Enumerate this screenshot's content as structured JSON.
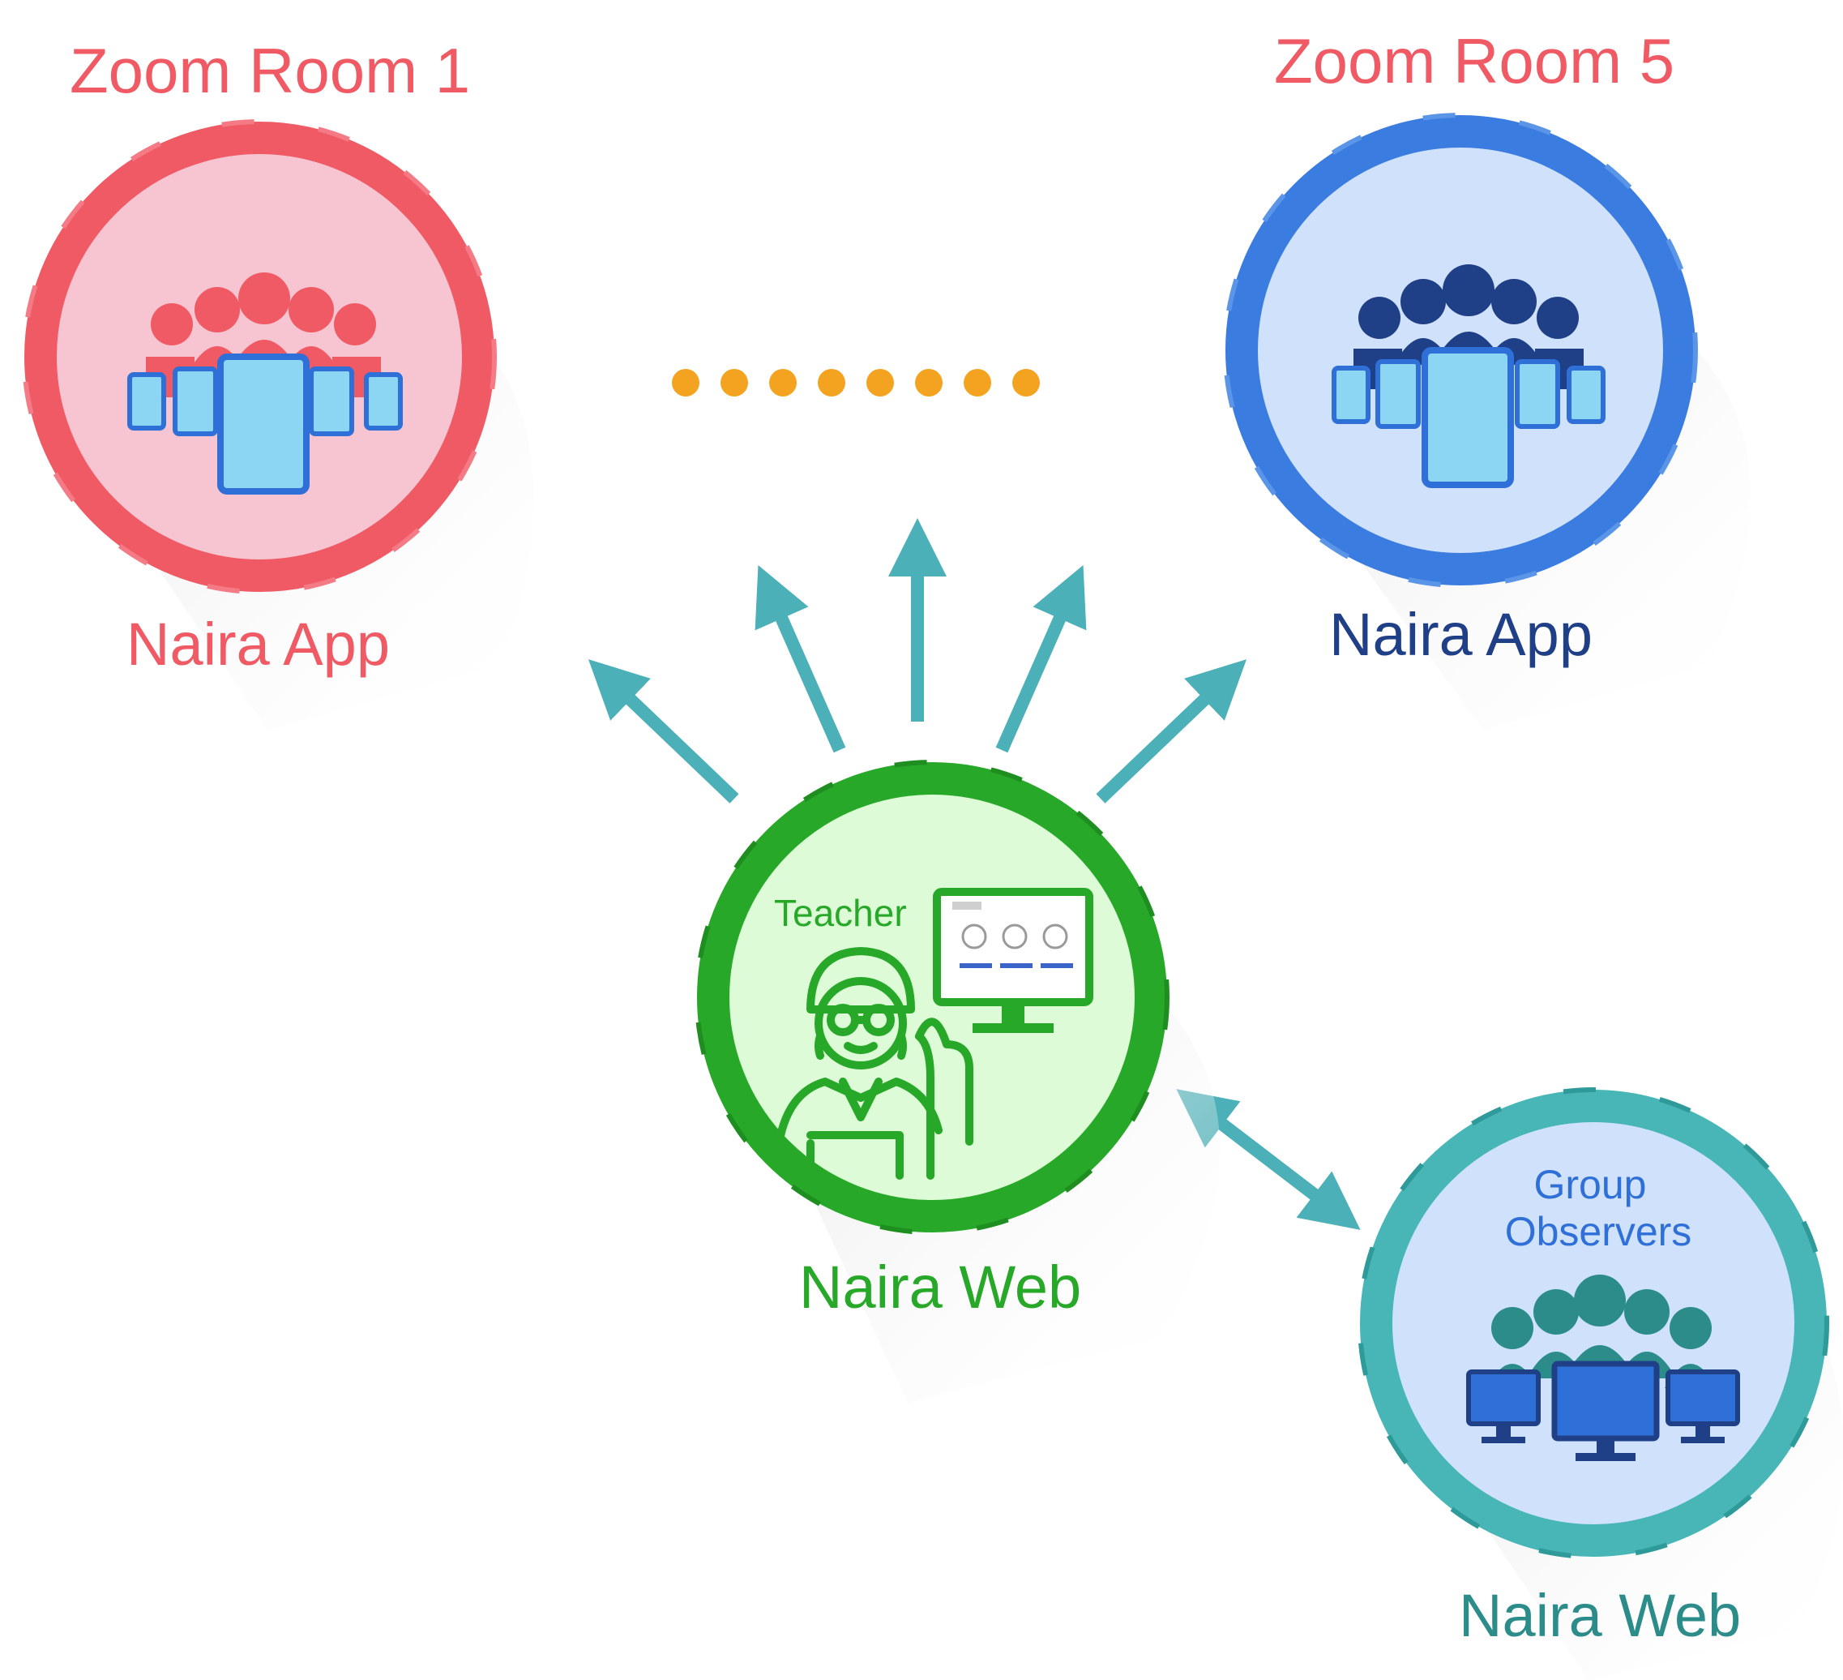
{
  "room1": {
    "title": "Zoom Room 1",
    "caption": "Naira App",
    "color": "#ef5a64"
  },
  "room5": {
    "title": "Zoom Room 5",
    "caption": "Naira App",
    "color": "#3b7ce0"
  },
  "teacher": {
    "inner_label": "Teacher",
    "caption": "Naira Web",
    "color": "#27a828"
  },
  "observers": {
    "inner_label_line1": "Group",
    "inner_label_line2": "Observers",
    "caption": "Naira Web",
    "color": "#48b6b6"
  },
  "ellipsis_color": "#f3a31f",
  "arrow_color": "#4cb0b8",
  "icons": [
    "people-group-icon",
    "mobile-devices-icon",
    "teacher-icon",
    "monitor-icon",
    "desktop-computers-icon"
  ]
}
